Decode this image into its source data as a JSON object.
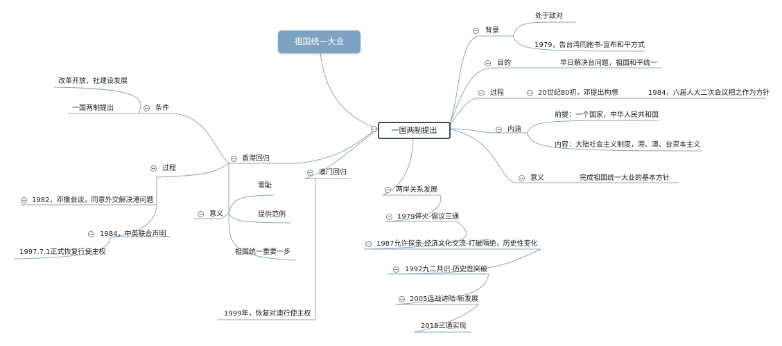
{
  "mindmap": {
    "title": "祖国统一大业",
    "center": "一国两制提出",
    "nodes": {
      "beijing": "背景",
      "beijing_1": "处于敌对",
      "beijing_2": "1979，告台湾同胞书-宣布和平方式",
      "mudi": "目的",
      "mudi_1": "早日解决台问题，祖国和平统一",
      "guocheng": "过程",
      "guocheng_1": "20世纪80初，邓提出构想",
      "guocheng_2": "1984，六届人大二次会议把之作为方针",
      "neihan": "内涵",
      "neihan_1": "前提：一个国家，中华人民共和国",
      "neihan_2": "内容：大陆社会主义制度，港、澳、台资本主义",
      "yiyi": "意义",
      "yiyi_1": "完成祖国统一大业的基本方针",
      "lianan": "两岸关系发展",
      "lianan_1": "1979停火-倡议三通",
      "lianan_2": "1987允许探亲-经济文化交流-打破隔绝，历史性变化",
      "lianan_3": "1992九二共识-历史性突破",
      "lianan_4": "2005连战访陆-新发展",
      "lianan_5": "2018三通实现",
      "aomen": "澳门回归",
      "aomen_1": "1999年，恢复对澳行使主权",
      "xianggang": "香港回归",
      "tiaojian": "条件",
      "tiaojian_1": "改革开放，社建设发展",
      "tiaojian_2": "一国两制提出",
      "hk_guocheng": "过程",
      "hk_guocheng_1": "1982，邓撒会谈，同意外交解决港问题",
      "hk_guocheng_2": "1984，中英联合声明",
      "hk_guocheng_3": "1997.7.1正式恢复行使主权",
      "hk_yiyi": "意义",
      "hk_yiyi_1": "雪耻",
      "hk_yiyi_2": "提供范例",
      "hk_yiyi_3": "祖国统一重要一步"
    }
  },
  "colors": {
    "title_bg": "#7ea3c2",
    "line": "#8fa6b8",
    "center_border": "#3f4e5c"
  }
}
